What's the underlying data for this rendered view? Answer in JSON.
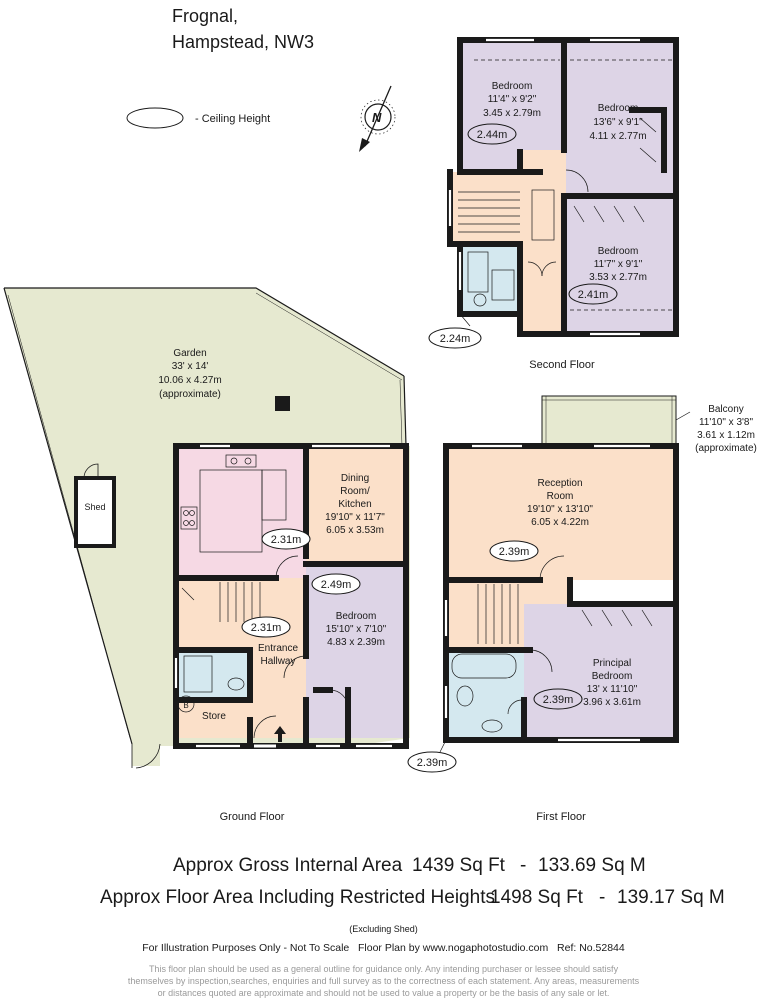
{
  "header": {
    "line1": "Frognal,",
    "line2": "Hampstead, NW3"
  },
  "legend": {
    "ceiling_label": "- Ceiling Height"
  },
  "compass": {
    "letter": "N"
  },
  "second_floor": {
    "label": "Second Floor",
    "bed1": {
      "name": "Bedroom",
      "imperial": "11'4\" x 9'2\"",
      "metric": "3.45 x 2.79m",
      "height": "2.44m"
    },
    "bed2": {
      "name": "Bedroom",
      "imperial": "13'6\" x 9'1\"",
      "metric": "4.11 x 2.77m"
    },
    "bed3": {
      "name": "Bedroom",
      "imperial": "11'7\" x 9'1\"",
      "metric": "3.53 x 2.77m",
      "height": "2.41m"
    },
    "bath_height": "2.24m"
  },
  "ground_floor": {
    "label": "Ground Floor",
    "garden": {
      "name": "Garden",
      "imperial": "33' x 14'",
      "metric": "10.06 x 4.27m",
      "note": "(approximate)"
    },
    "shed": "Shed",
    "kitchen_height": "2.31m",
    "dining": {
      "name1": "Dining",
      "name2": "Room/",
      "name3": "Kitchen",
      "imperial": "19'10\" x 11'7\"",
      "metric": "6.05 x 3.53m"
    },
    "bed_height": "2.49m",
    "hall_height": "2.31m",
    "hall": {
      "name1": "Entrance",
      "name2": "Hallway"
    },
    "bedroom": {
      "name": "Bedroom",
      "imperial": "15'10\" x 7'10\"",
      "metric": "4.83 x 2.39m"
    },
    "store": "Store",
    "boiler": "B"
  },
  "first_floor": {
    "label": "First Floor",
    "balcony": {
      "name": "Balcony",
      "imperial": "11'10\" x 3'8\"",
      "metric": "3.61 x 1.12m",
      "note": "(approximate)"
    },
    "reception": {
      "name1": "Reception",
      "name2": "Room",
      "imperial": "19'10\" x 13'10\"",
      "metric": "6.05 x 4.22m",
      "height": "2.39m"
    },
    "principal": {
      "name1": "Principal",
      "name2": "Bedroom",
      "imperial": "13' x 11'10\"",
      "metric": "3.96 x 3.61m",
      "height": "2.39m"
    },
    "bath_height": "2.39m"
  },
  "areas": {
    "gross_label": "Approx Gross Internal Area",
    "gross_sqft": "1439 Sq Ft",
    "gross_sqm": "133.69 Sq M",
    "restricted_label": "Approx Floor Area Including Restricted Heights",
    "restricted_sqft": "1498 Sq Ft",
    "restricted_sqm": "139.17 Sq M",
    "sep": "-"
  },
  "footer": {
    "excluding": "(Excluding Shed)",
    "credits": "For Illustration Purposes Only - Not To Scale   Floor Plan by www.nogaphotostudio.com   Ref: No.52844",
    "disclaimer1": "This floor plan should be used as a general outline for guidance only. Any intending purchaser or lessee should satisfy",
    "disclaimer2": "themselves by inspection,searches, enquiries and full survey as to the correctness of each statement. Any areas, measurements",
    "disclaimer3": "or distances quoted are approximate and should not be used to value a property or be the basis of any sale or let."
  },
  "colors": {
    "wall": "#1a1a1a",
    "garden": "#e6e9d0",
    "bedroom": "#ddd4e6",
    "kitchen": "#f6d9e4",
    "reception": "#fbe0c9",
    "hall": "#fbe0c9",
    "stairs": "#fbe0c9",
    "bathroom": "#d4e8ef"
  }
}
